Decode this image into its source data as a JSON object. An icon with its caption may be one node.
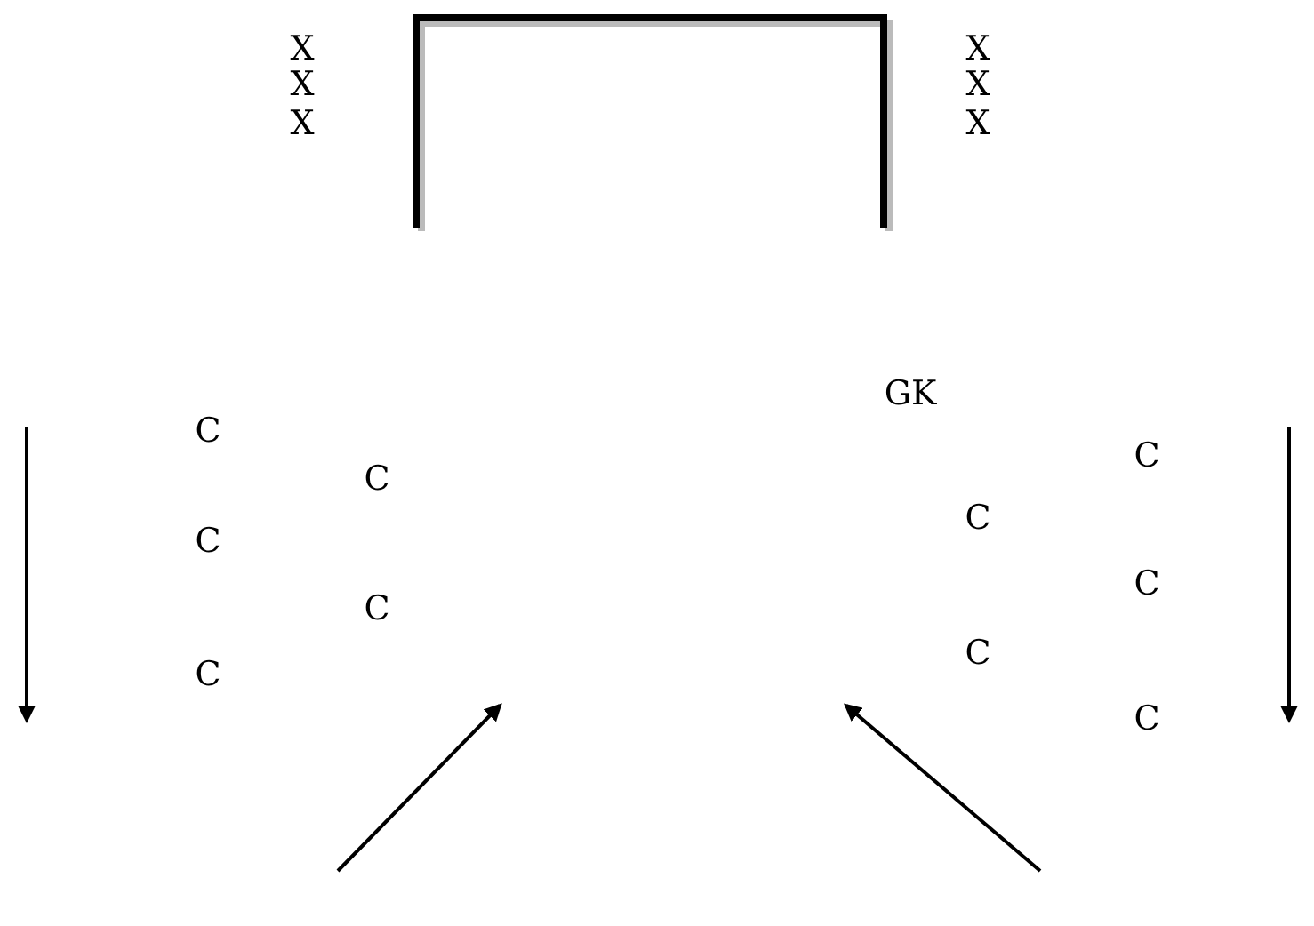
{
  "diagram": {
    "labels": [
      "X",
      "X",
      "X",
      "X",
      "X",
      "X",
      "GK",
      "C",
      "C",
      "C",
      "C",
      "C",
      "C",
      "C",
      "C",
      "C",
      "C"
    ]
  }
}
